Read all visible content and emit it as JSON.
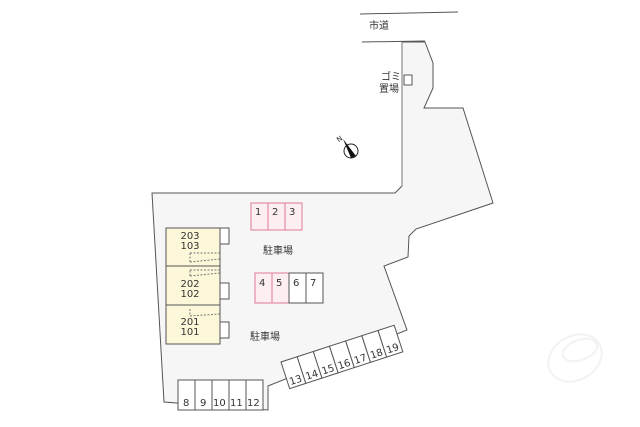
{
  "road": {
    "label": "市道"
  },
  "garbage": {
    "label_line1": "ゴミ",
    "label_line2": "置場"
  },
  "compass": {
    "direction": "N"
  },
  "parking_labels": [
    "駐車場",
    "駐車場"
  ],
  "building": {
    "units": [
      {
        "upper": "203",
        "lower": "103"
      },
      {
        "upper": "202",
        "lower": "102"
      },
      {
        "upper": "201",
        "lower": "101"
      }
    ],
    "fill_color": "#fbf7d8"
  },
  "parking_spaces": {
    "row_a": [
      {
        "num": "1",
        "occupied": true
      },
      {
        "num": "2",
        "occupied": true
      },
      {
        "num": "3",
        "occupied": true
      }
    ],
    "row_b": [
      {
        "num": "4",
        "occupied": true
      },
      {
        "num": "5",
        "occupied": true
      },
      {
        "num": "6",
        "occupied": false
      },
      {
        "num": "7",
        "occupied": false
      }
    ],
    "row_c": [
      {
        "num": "8"
      },
      {
        "num": "9"
      },
      {
        "num": "10"
      },
      {
        "num": "11"
      },
      {
        "num": "12"
      }
    ],
    "row_d": [
      {
        "num": "13"
      },
      {
        "num": "14"
      },
      {
        "num": "15"
      },
      {
        "num": "16"
      },
      {
        "num": "17"
      },
      {
        "num": "18"
      },
      {
        "num": "19"
      }
    ],
    "occupied_fill": "#fdeef2",
    "occupied_stroke": "#e07a95"
  },
  "lot": {
    "fill_color": "#f6f6f6",
    "stroke_color": "#555555"
  }
}
